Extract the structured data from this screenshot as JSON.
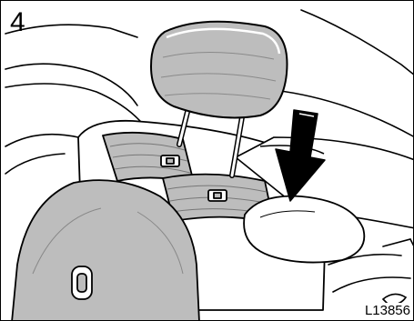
{
  "figure": {
    "step_number": "4",
    "figure_code": "L13856",
    "arrow_direction": "down",
    "line_color": "#000000",
    "fill_color": "#ffffff",
    "shade_color": "#bdbdbd"
  }
}
